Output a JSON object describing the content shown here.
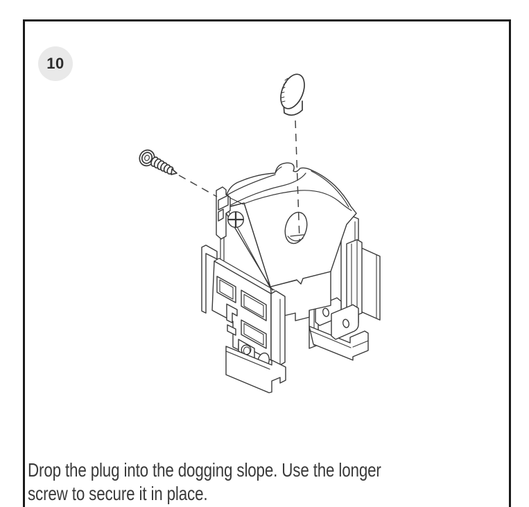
{
  "step": {
    "number": "10"
  },
  "caption": {
    "line1": "Drop the plug into the dogging slope. Use the longer",
    "line2": "screw to secure it in place."
  },
  "illustration": {
    "parts": {
      "plug": "plug",
      "screw": "long-screw",
      "chassis": "lock-chassis-with-dogging-slope"
    }
  },
  "colors": {
    "panel_border": "#1a1a1a",
    "badge_background": "#e9e9e9",
    "drawing_line": "#383838",
    "text": "#3a3a3a"
  }
}
